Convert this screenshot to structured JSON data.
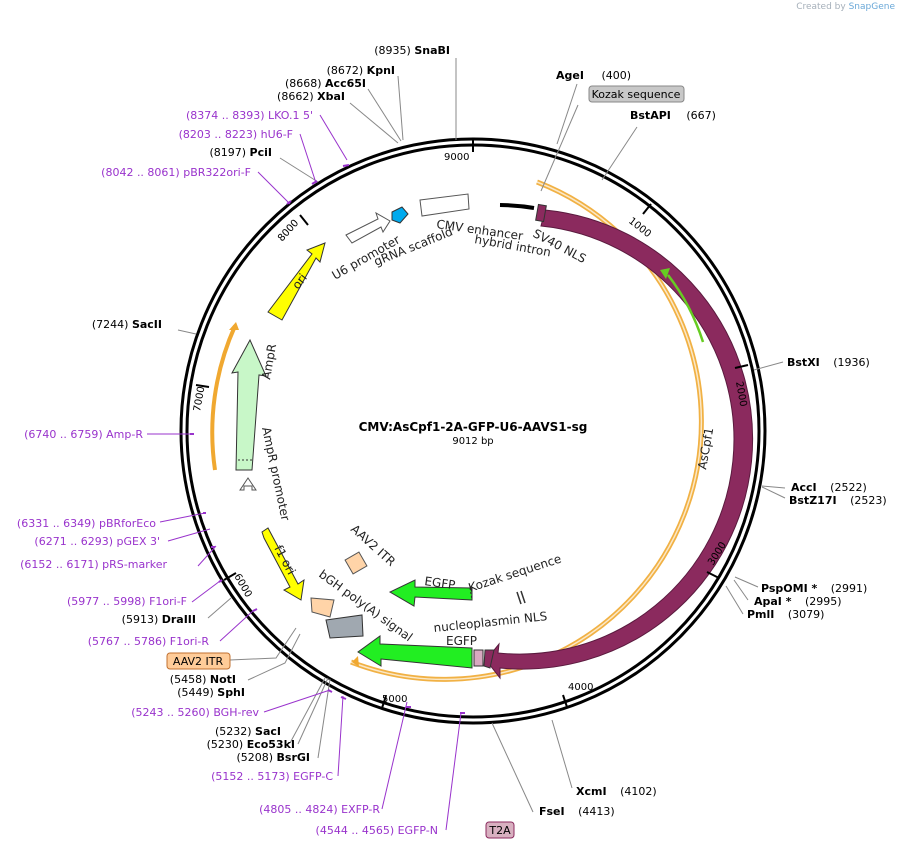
{
  "credit": {
    "prefix": "Created by",
    "brand": "SnapGene"
  },
  "plasmid": {
    "name": "CMV:AsCpf1-2A-GFP-U6-AAVS1-sg",
    "length": "9012 bp"
  },
  "ticks": [
    "1000",
    "2000",
    "3000",
    "4000",
    "5000",
    "6000",
    "7000",
    "8000",
    "9000"
  ],
  "feature_labels": {
    "asCpf1": "AsCpf1",
    "sv40": "SV40 NLS",
    "cmv": "CMV enhancer",
    "hybrid": "hybrid intron",
    "gRNA": "gRNA scaffold",
    "u6": "U6 promoter",
    "ori": "ori",
    "ampR": "AmpR",
    "ampRprom": "AmpR promoter",
    "f1": "f1 ori",
    "bgh": "bGH poly(A) signal",
    "aav2": "AAV2 ITR",
    "egfpInner": "EGFP",
    "kozak": "Kozak sequence",
    "nls": "nucleoplasmin NLS",
    "egfp": "EGFP"
  },
  "sites": [
    {
      "pos": "(8935)",
      "name": "SnaBI"
    },
    {
      "pos": "(8672)",
      "name": "KpnI"
    },
    {
      "pos": "(8668)",
      "name": "Acc65I"
    },
    {
      "pos": "(8662)",
      "name": "XbaI"
    },
    {
      "pos": "(8197)",
      "name": "PciI"
    },
    {
      "pos": "(7244)",
      "name": "SacII"
    },
    {
      "pos": "(5913)",
      "name": "DraIII"
    },
    {
      "pos": "(5458)",
      "name": "NotI"
    },
    {
      "pos": "(5449)",
      "name": "SphI"
    },
    {
      "pos": "(5232)",
      "name": "SacI"
    },
    {
      "pos": "(5230)",
      "name": "Eco53kI"
    },
    {
      "pos": "(5208)",
      "name": "BsrGI"
    },
    {
      "name": "AgeI",
      "pos": "(400)"
    },
    {
      "name": "BstAPI",
      "pos": "(667)"
    },
    {
      "name": "BstXI",
      "pos": "(1936)"
    },
    {
      "name": "AccI",
      "pos": "(2522)"
    },
    {
      "name": "BstZ17I",
      "pos": "(2523)"
    },
    {
      "name": "PspOMI *",
      "pos": "(2991)"
    },
    {
      "name": "ApaI *",
      "pos": "(2995)"
    },
    {
      "name": "PmlI",
      "pos": "(3079)"
    },
    {
      "name": "XcmI",
      "pos": "(4102)"
    },
    {
      "name": "FseI",
      "pos": "(4413)"
    }
  ],
  "primers": [
    {
      "range": "(8374 .. 8393)",
      "name": "LKO.1 5'"
    },
    {
      "range": "(8203 .. 8223)",
      "name": "hU6-F"
    },
    {
      "range": "(8042 .. 8061)",
      "name": "pBR322ori-F"
    },
    {
      "range": "(6740 .. 6759)",
      "name": "Amp-R"
    },
    {
      "range": "(6331 .. 6349)",
      "name": "pBRforEco"
    },
    {
      "range": "(6271 .. 6293)",
      "name": "pGEX 3'"
    },
    {
      "range": "(6152 .. 6171)",
      "name": "pRS-marker"
    },
    {
      "range": "(5977 .. 5998)",
      "name": "F1ori-F"
    },
    {
      "range": "(5767 .. 5786)",
      "name": "F1ori-R"
    },
    {
      "range": "(5243 .. 5260)",
      "name": "BGH-rev"
    },
    {
      "range": "(5152 .. 5173)",
      "name": "EGFP-C"
    },
    {
      "range": "(4805 .. 4824)",
      "name": "EXFP-R"
    },
    {
      "range": "(4544 .. 4565)",
      "name": "EGFP-N"
    }
  ],
  "boxed": {
    "kozak": "Kozak sequence",
    "aav2": "AAV2 ITR",
    "t2a": "T2A"
  },
  "colors": {
    "asCpf1": "#8b2a5e",
    "egfp": "#22ee22",
    "ori": "#ffff00",
    "ampR": "#c8f7c8",
    "orf": "#f0a830",
    "primer": "#9933cc",
    "aav2": "#ffd4a8",
    "bgh": "#a0a8b0",
    "gRNA": "#00aaee"
  }
}
